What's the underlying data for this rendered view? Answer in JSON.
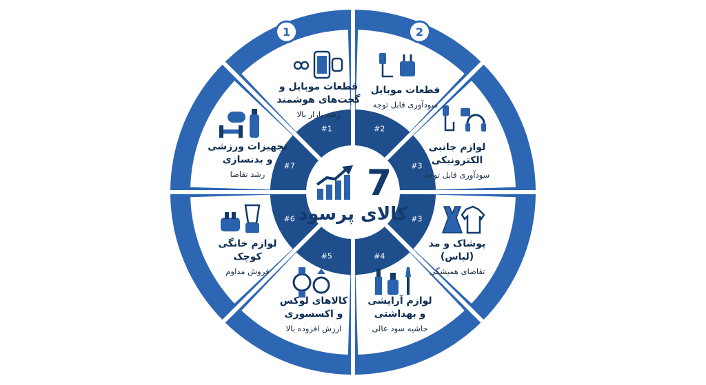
{
  "center": {
    "number": "7",
    "title": "کالای پرسود"
  },
  "colors": {
    "primary": "#2a62ad",
    "dark": "#123a6b",
    "ring": "#2d67b3"
  },
  "segments": [
    {
      "badge": "1",
      "ring_tag": "#1",
      "title": "قطعات موبایل و\nگجت‌های هوشمند",
      "subtitle": "رشد بازار بالا",
      "icon": "phone-watch-earbuds-icon"
    },
    {
      "badge": "2",
      "ring_tag": "#2",
      "title": "قطعات موبایل",
      "subtitle": "سودآوری قابل توجه",
      "icon": "cables-charger-icon"
    },
    {
      "ring_tag": "#3",
      "title": "لوازم جانبی\nالکترونیکی",
      "subtitle": "سودآوری قابل توجه",
      "icon": "cable-plug-headphones-icon"
    },
    {
      "ring_tag": "#3",
      "title": "پوشاک و مد (لباس)",
      "subtitle": "تقاضای همیشگی",
      "icon": "dress-shirt-icon"
    },
    {
      "ring_tag": "#4",
      "title": "لوازم آرایشی\nو بهداشتی",
      "subtitle": "حاشیه سود عالی",
      "icon": "cosmetics-icon"
    },
    {
      "ring_tag": "#5",
      "title": "کالاهای لوکس\nو اکسسوری",
      "subtitle": "ارزش افزوده بالا",
      "icon": "watch-ring-icon"
    },
    {
      "ring_tag": "#6",
      "title": "لوازم خانگی کوچک",
      "subtitle": "فروش مداوم",
      "icon": "toaster-blender-icon"
    },
    {
      "ring_tag": "#7",
      "title": "تجهیزات ورزشی\nو بدنسازی",
      "subtitle": "رشد تقاضا",
      "icon": "dumbbell-mat-bottle-icon"
    }
  ]
}
